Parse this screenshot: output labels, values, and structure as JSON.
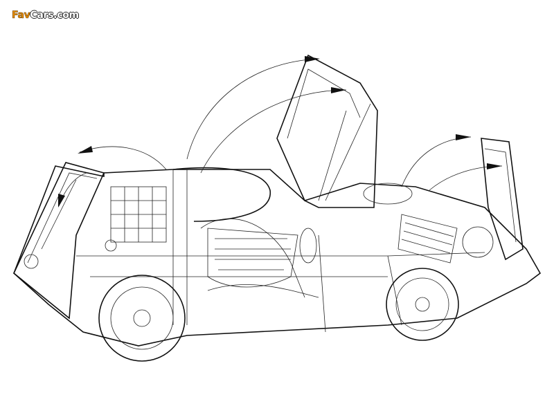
{
  "watermark": {
    "part1": "Fav",
    "part2": "Cars.com"
  },
  "illustration": {
    "subject": "car-cutaway-drawing"
  }
}
